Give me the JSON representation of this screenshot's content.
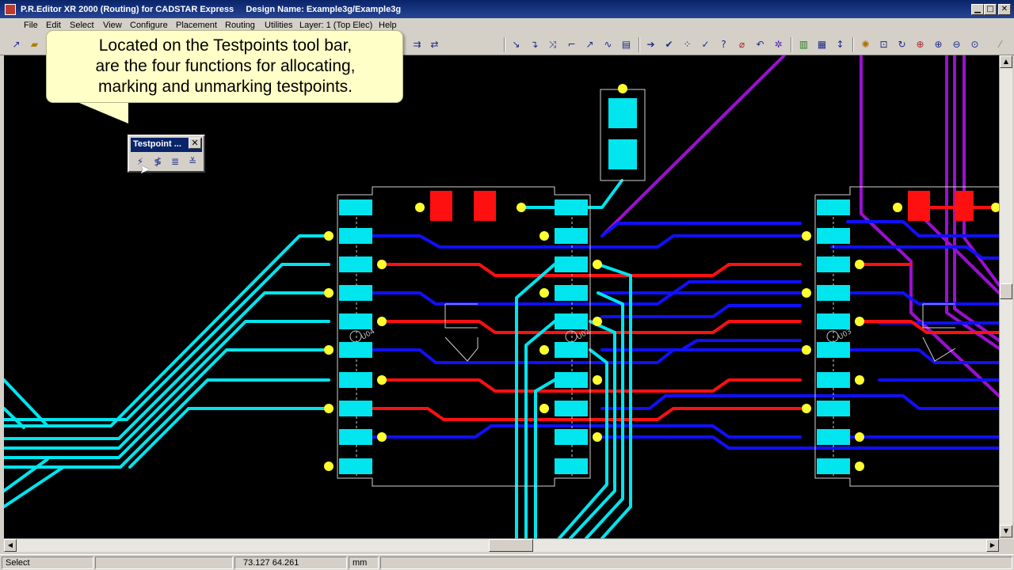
{
  "window": {
    "title": "P.R.Editor XR 2000 (Routing) for CADSTAR Express     Design Name: Example3g/Example3g",
    "minimize": "▁",
    "maximize": "□",
    "close": "✕"
  },
  "menu": [
    "File",
    "Edit",
    "Select",
    "View",
    "Configure",
    "Placement",
    "Routing",
    "Utilities",
    "Layer: 1 (Top Elec)",
    "Help"
  ],
  "toolbar_icons": [
    "open-icon",
    "folder-icon",
    "route-icon",
    "route-angle-icon",
    "mitre-icon",
    "corner-icon",
    "diagonal-icon",
    "meander-icon",
    "report-icon",
    "select-arrow-icon",
    "check-icon",
    "testpoint-icon",
    "drc-icon",
    "help-icon",
    "measure-icon",
    "undo-icon",
    "star-icon",
    "layers-icon",
    "grid-icon",
    "stretch-icon",
    "zoom-all-icon",
    "zoom-fit-icon",
    "zoom-redraw-icon",
    "zoom-window-icon",
    "zoom-in-icon",
    "zoom-out-icon",
    "zoom-prev-icon"
  ],
  "callout": {
    "text": "Located on the Testpoints tool bar,\nare the four functions for allocating,\nmarking and unmarking testpoints."
  },
  "testpoint_toolbar": {
    "title": "Testpoint ...",
    "close": "✕",
    "buttons": [
      "allocate-testpoint-icon",
      "mark-testpoint-icon",
      "mark-all-testpoints-icon",
      "unmark-testpoint-icon"
    ]
  },
  "canvas_labels": [
    "U04",
    "U02",
    "U03"
  ],
  "statusbar": {
    "mode": "Select",
    "coordinates": "73.127   64.261",
    "units": "mm"
  },
  "colors": {
    "canvas_bg": "#000000",
    "pad_cyan": "#00e5ee",
    "trace_red": "#ff1010",
    "trace_blue": "#1010ff",
    "trace_purple": "#9a10d0",
    "testpoint_yellow": "#ffff30"
  }
}
